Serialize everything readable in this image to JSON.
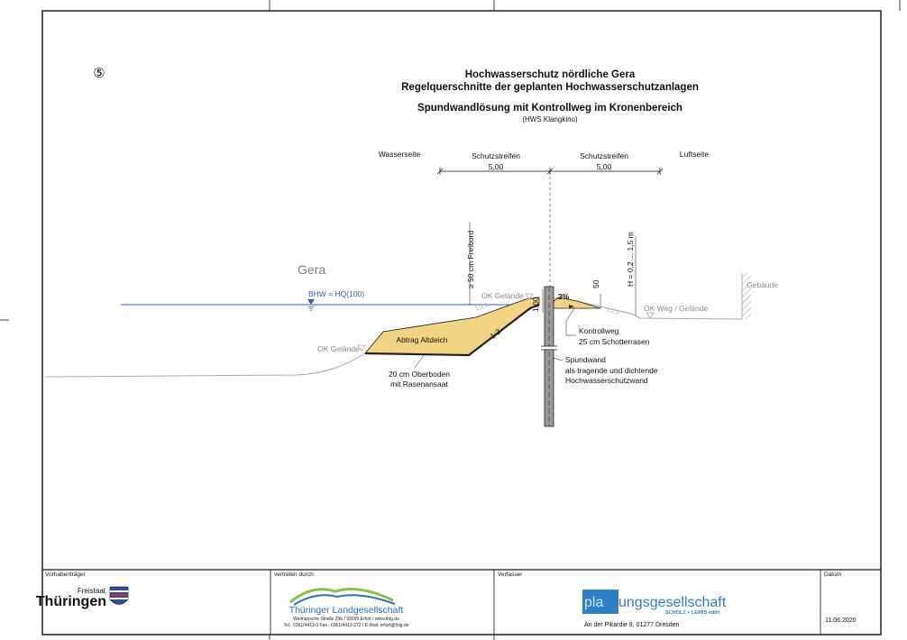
{
  "sheet": {
    "number": "⑤",
    "title_line1": "Hochwasserschutz nördliche Gera",
    "title_line2": "Regelquerschnitte der geplanten Hochwasserschutzanlagen",
    "subtitle": "Spundwandlösung mit Kontrollweg im Kronenbereich",
    "subtitle_note": "(HWS Klangkino)"
  },
  "drawing": {
    "water_side": "Wasserseite",
    "air_side": "Luftseite",
    "strip_left_label": "Schutzstreifen",
    "strip_left_value": "5,00",
    "strip_right_label": "Schutzstreifen",
    "strip_right_value": "5,00",
    "river_name": "Gera",
    "water_level": "BHW = HQ(100)",
    "freeboard": "≥ 50 cm Freibord",
    "height_range": "H = 0,2 ... 1,5 m",
    "ground_left": "OK Gelände",
    "ground_center": "OK Gelände",
    "ground_right": "OK Weg / Gelände",
    "building": "Gebäude",
    "slope_3": "3%",
    "dim_100": "1,00",
    "dim_50": "50",
    "slope_1_2": "1:2",
    "slope_1_2_5_left": "1:2,5",
    "slope_1_2_5_right": "1:2,5",
    "old_dike": "Abtrag Altdeich",
    "topsoil_1": "20 cm Oberboden",
    "topsoil_2": "mit Rasenansaat",
    "control_path_1": "Kontrollweg",
    "control_path_2": "25 cm Schotterrasen",
    "sheet_pile_1": "Spundwand",
    "sheet_pile_2": "als tragende und dichtende",
    "sheet_pile_3": "Hochwasserschutzwand",
    "colors": {
      "fill": "#f2d283",
      "water": "#2f5fb8",
      "ground": "#a9a9a9",
      "wall": "#9a9a9a"
    }
  },
  "footer": {
    "owner_label": "Vorhabenträger",
    "represented_label": "vertreten durch:",
    "author_label": "Verfasser",
    "date_label": "Datum",
    "state_small": "Freistaat",
    "state_big": "Thüringen",
    "company": "Thüringer Landgesellschaft",
    "company_addr": "Weimarische Straße 29b / 99099 Erfurt / www.thlg.de",
    "company_contact": "Tel.: 0361/4413-0 Fax.: 0361/4413-272 / E-Mail: erfurt@thlg.de",
    "planer_part1": "pla",
    "planer_part2": "ungsgesellschaft",
    "planer_sub": "SCHOLZ + LEWIS mbH",
    "planer_addr": "An der Pikardie 8, 01277 Dresden",
    "date": "11.06.2020"
  }
}
